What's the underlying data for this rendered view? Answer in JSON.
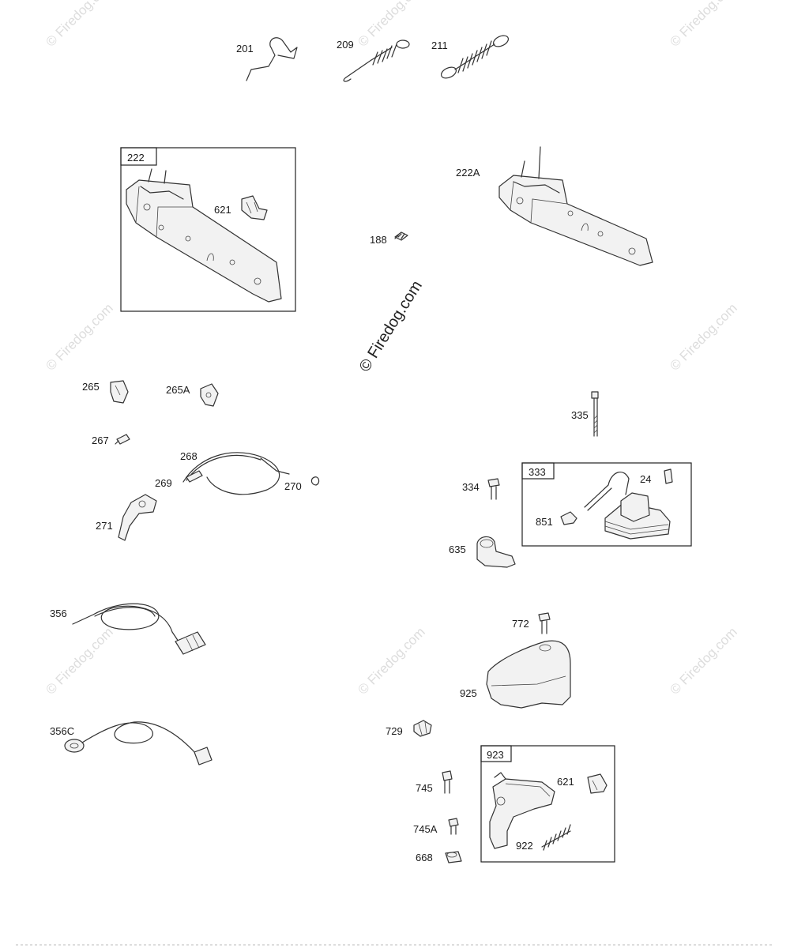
{
  "watermark": {
    "text": "© Firedog.com",
    "center_text": "© Firedog.com"
  },
  "labels": {
    "p201": "201",
    "p209": "209",
    "p211": "211",
    "p222A": "222A",
    "p621a": "621",
    "p188": "188",
    "p265": "265",
    "p265A": "265A",
    "p267": "267",
    "p268": "268",
    "p269": "269",
    "p270": "270",
    "p271": "271",
    "p335": "335",
    "p334": "334",
    "p24": "24",
    "p851": "851",
    "p635": "635",
    "p356": "356",
    "p356C": "356C",
    "p772": "772",
    "p925": "925",
    "p729": "729",
    "p745": "745",
    "p745A": "745A",
    "p668": "668",
    "p621b": "621",
    "p922": "922"
  },
  "boxes": {
    "b222": "222",
    "b333": "333",
    "b923": "923"
  }
}
